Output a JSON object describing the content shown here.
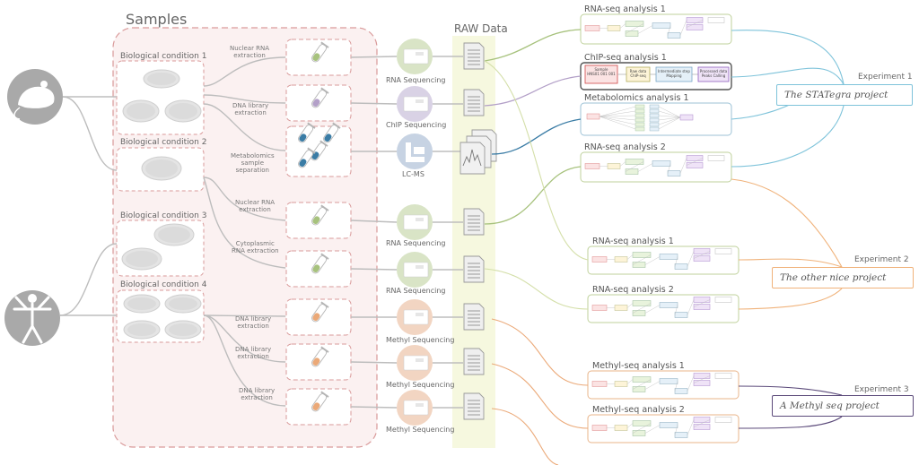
{
  "samples_title": "Samples",
  "raw_title": "RAW Data",
  "conditions": [
    "Biological condition 1",
    "Biological condition 2",
    "Biological condition 3",
    "Biological condition 4"
  ],
  "extractions": [
    [
      "Nuclear RNA",
      "extraction"
    ],
    [
      "DNA library",
      "extraction"
    ],
    [
      "Metabolomics",
      "sample",
      "separation"
    ],
    [
      "Nuclear RNA",
      "extraction"
    ],
    [
      "Cytoplasmic",
      "RNA  extraction"
    ],
    [
      "DNA library",
      "extraction"
    ],
    [
      "DNA library",
      "extraction"
    ],
    [
      "DNA library",
      "extraction"
    ]
  ],
  "sequencing": [
    "RNA Sequencing",
    "ChIP Sequencing",
    "LC-MS",
    "RNA Sequencing",
    "RNA Sequencing",
    "Methyl Sequencing",
    "Methyl Sequencing",
    "Methyl Sequencing"
  ],
  "analyses": [
    "RNA-seq analysis 1",
    "ChIP-seq analysis 1",
    "Metabolomics analysis 1",
    "RNA-seq analysis 2",
    "RNA-seq analysis 1",
    "RNA-seq analysis 2",
    "Methyl-seq analysis 1",
    "Methyl-seq analysis 2"
  ],
  "chip_nodes": [
    "Sample\nHNS01 001 001",
    "Raw data\nChIP-seq",
    "Intermediate step\nMapping",
    "Processed data\nPeaks Calling"
  ],
  "experiments": [
    {
      "label": "Experiment 1",
      "project": "The STATegra project",
      "color": "#7ec3da"
    },
    {
      "label": "Experiment 2",
      "project": "The other nice project",
      "color": "#f0b27a"
    },
    {
      "label": "Experiment 3",
      "project": "A Methyl seq project",
      "color": "#5b4a7a"
    }
  ],
  "colors": {
    "samples_bg": "#fbf1f1",
    "samples_border": "#d99a9a",
    "raw_bg": "#f6f8df",
    "green": "#a7c27d",
    "purple": "#b3a0c8",
    "blue": "#3a7ca5",
    "orange": "#eba978",
    "gray": "#bdbdbd"
  }
}
